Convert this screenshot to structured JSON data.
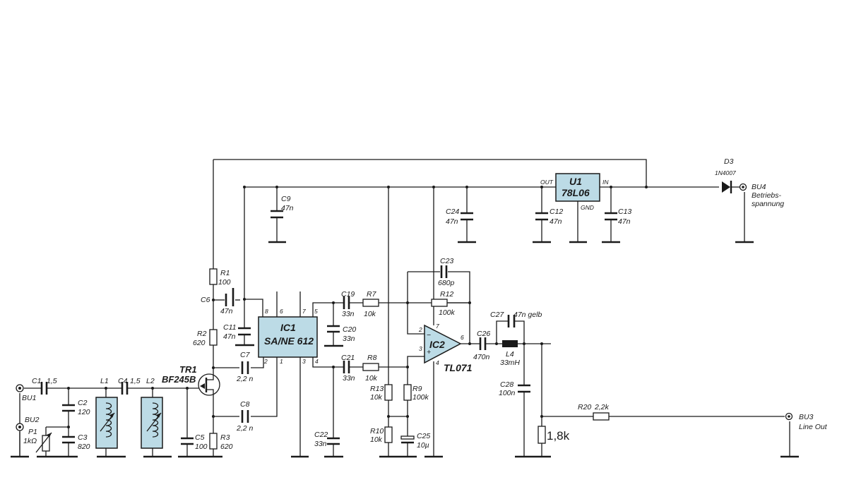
{
  "components": {
    "d3": {
      "ref": "D3",
      "value": "1N4007"
    },
    "bu4": {
      "ref": "BU4",
      "line1": "Betriebs-",
      "line2": "spannung"
    },
    "u1": {
      "ref": "U1",
      "value": "78L06",
      "out": "OUT",
      "in": "IN",
      "gnd": "GND"
    },
    "c9": {
      "ref": "C9",
      "value": "47n"
    },
    "c24": {
      "ref": "C24",
      "value": "47n"
    },
    "c12": {
      "ref": "C12",
      "value": "47n"
    },
    "c13": {
      "ref": "C13",
      "value": "47n"
    },
    "r1": {
      "ref": "R1",
      "value": "100"
    },
    "c6": {
      "ref": "C6",
      "value": "47n"
    },
    "c11": {
      "ref": "C11",
      "value": "47n"
    },
    "r2": {
      "ref": "R2",
      "value": "620"
    },
    "ic1": {
      "ref": "IC1",
      "value": "SA/NE 612",
      "pins": [
        "8",
        "6",
        "7",
        "5",
        "2",
        "1",
        "3",
        "4"
      ]
    },
    "c7": {
      "ref": "C7",
      "value": "2,2 n"
    },
    "c8": {
      "ref": "C8",
      "value": "2,2 n"
    },
    "tr1": {
      "ref": "TR1",
      "value": "BF245B"
    },
    "c19": {
      "ref": "C19",
      "value": "33n"
    },
    "r7": {
      "ref": "R7",
      "value": "10k"
    },
    "c20": {
      "ref": "C20",
      "value": "33n"
    },
    "c21": {
      "ref": "C21",
      "value": "33n"
    },
    "r8": {
      "ref": "R8",
      "value": "10k"
    },
    "c22": {
      "ref": "C22",
      "value": "33n"
    },
    "c23": {
      "ref": "C23",
      "value": "680p"
    },
    "r12": {
      "ref": "R12",
      "value": "100k"
    },
    "ic2": {
      "ref": "IC2",
      "value": "TL071",
      "pins": [
        "2",
        "3",
        "7",
        "4",
        "6"
      ],
      "minus": "−",
      "plus": "+"
    },
    "r13": {
      "ref": "R13",
      "value": "10k"
    },
    "r9": {
      "ref": "R9",
      "value": "100k"
    },
    "r10": {
      "ref": "R10",
      "value": "10k"
    },
    "c25": {
      "ref": "C25",
      "value": "10µ"
    },
    "c26": {
      "ref": "C26",
      "value": "470n"
    },
    "c27": {
      "ref": "C27",
      "value": "47n gelb"
    },
    "l4": {
      "ref": "L4",
      "value": "33mH"
    },
    "c28": {
      "ref": "C28",
      "value": "100n"
    },
    "r20": {
      "ref": "R20",
      "value": "2,2k"
    },
    "r_out": {
      "value": "1,8k"
    },
    "bu3": {
      "ref": "BU3",
      "line1": "Line Out"
    },
    "bu1": {
      "ref": "BU1"
    },
    "c1": {
      "ref": "C1",
      "value": "1,5"
    },
    "bu2": {
      "ref": "BU2"
    },
    "p1": {
      "ref": "P1",
      "value": "1kΩ"
    },
    "c2": {
      "ref": "C2",
      "value": "120"
    },
    "c3": {
      "ref": "C3",
      "value": "820"
    },
    "l1": {
      "ref": "L1"
    },
    "c4": {
      "ref": "C4",
      "value": "1,5"
    },
    "l2": {
      "ref": "L2"
    },
    "c5": {
      "ref": "C5",
      "value": "100"
    },
    "r3": {
      "ref": "R3",
      "value": "620"
    }
  }
}
